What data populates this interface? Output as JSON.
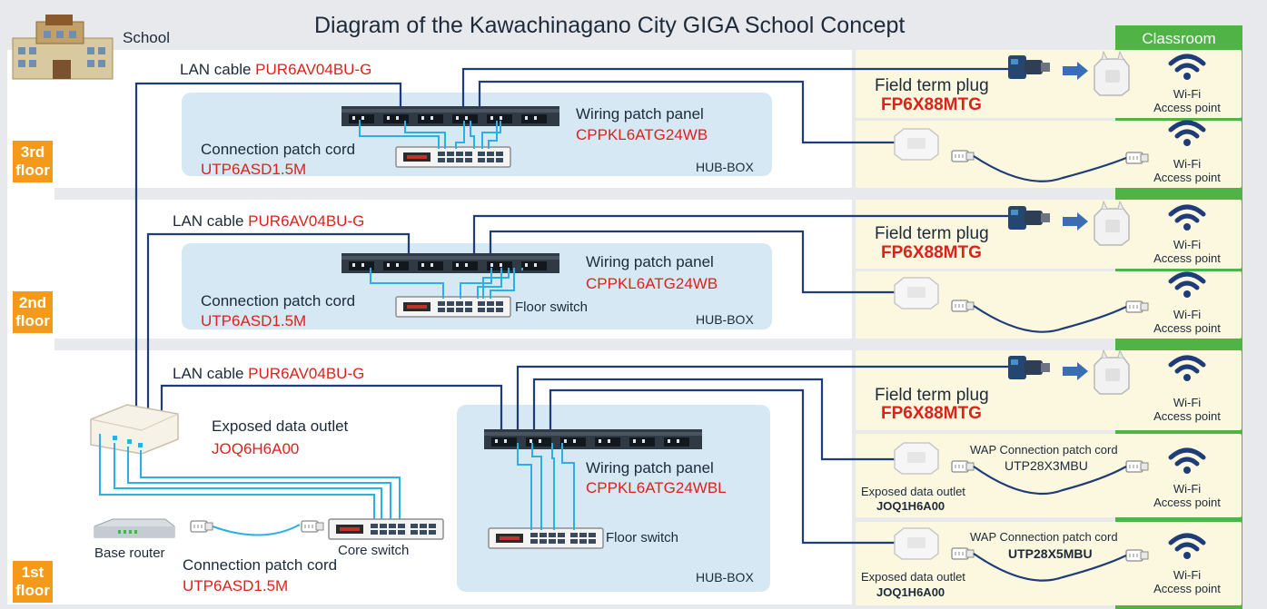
{
  "title": "Diagram of the Kawachinagano City GIGA School Concept",
  "school_label": "School",
  "classroom_label": "Classroom",
  "floors": [
    {
      "tag": "3rd floor",
      "lan_cable_label": "LAN cable",
      "lan_cable_part": "PUR6AV04BU-G",
      "patch_panel_label": "Wiring patch panel",
      "patch_panel_part": "CPPKL6ATG24WB",
      "patch_cord_label": "Connection patch cord",
      "patch_cord_part": "UTP6ASD1.5M",
      "hubbox": "HUB-BOX",
      "field_plug_label": "Field term plug",
      "field_plug_part": "FP6X88MTG",
      "wifi1": [
        "Wi-Fi",
        "Access point"
      ],
      "wifi2": [
        "Wi-Fi",
        "Access point"
      ]
    },
    {
      "tag": "2nd floor",
      "lan_cable_label": "LAN cable",
      "lan_cable_part": "PUR6AV04BU-G",
      "patch_panel_label": "Wiring patch panel",
      "patch_panel_part": "CPPKL6ATG24WB",
      "patch_cord_label": "Connection patch cord",
      "patch_cord_part": "UTP6ASD1.5M",
      "floor_switch": "Floor switch",
      "hubbox": "HUB-BOX",
      "field_plug_label": "Field term plug",
      "field_plug_part": "FP6X88MTG",
      "wifi1": [
        "Wi-Fi",
        "Access point"
      ],
      "wifi2": [
        "Wi-Fi",
        "Access point"
      ]
    },
    {
      "tag": "1st floor",
      "lan_cable_label": "LAN cable",
      "lan_cable_part": "PUR6AV04BU-G",
      "outlet_label": "Exposed data outlet",
      "outlet_part": "JOQ6H6A00",
      "base_router": "Base router",
      "core_switch": "Core switch",
      "patch_cord_label": "Connection patch cord",
      "patch_cord_part": "UTP6ASD1.5M",
      "patch_panel_label": "Wiring patch panel",
      "patch_panel_part": "CPPKL6ATG24WBL",
      "floor_switch": "Floor switch",
      "hubbox": "HUB-BOX",
      "field_plug_label": "Field term plug",
      "field_plug_part": "FP6X88MTG",
      "wap_cord_label_1": "WAP Connection patch cord",
      "wap_cord_part_1": "UTP28X3MBU",
      "wap_cord_label_2": "WAP Connection patch cord",
      "wap_cord_part_2": "UTP28X5MBU",
      "room_outlet_label": "Exposed data outlet",
      "room_outlet_part": "JOQ1H6A00",
      "wifi1": [
        "Wi-Fi",
        "Access point"
      ],
      "wifi2": [
        "Wi-Fi",
        "Access point"
      ],
      "wifi3": [
        "Wi-Fi",
        "Access point"
      ]
    }
  ],
  "colors": {
    "cable_navy": "#1f3c78",
    "cord_cyan": "#2bb0e5",
    "part_red": "#e0201b",
    "floor_tag": "#f39a1b",
    "classroom_green": "#4fb445",
    "hub_box": "#d5e8f4",
    "room_bg": "#fcf8e0"
  },
  "icons": [
    "school-building-icon",
    "patch-panel-icon",
    "switch-icon",
    "wifi-icon",
    "access-point-icon",
    "field-plug-icon",
    "data-outlet-icon",
    "rj45-plug-icon",
    "router-icon",
    "arrow-right-icon"
  ]
}
